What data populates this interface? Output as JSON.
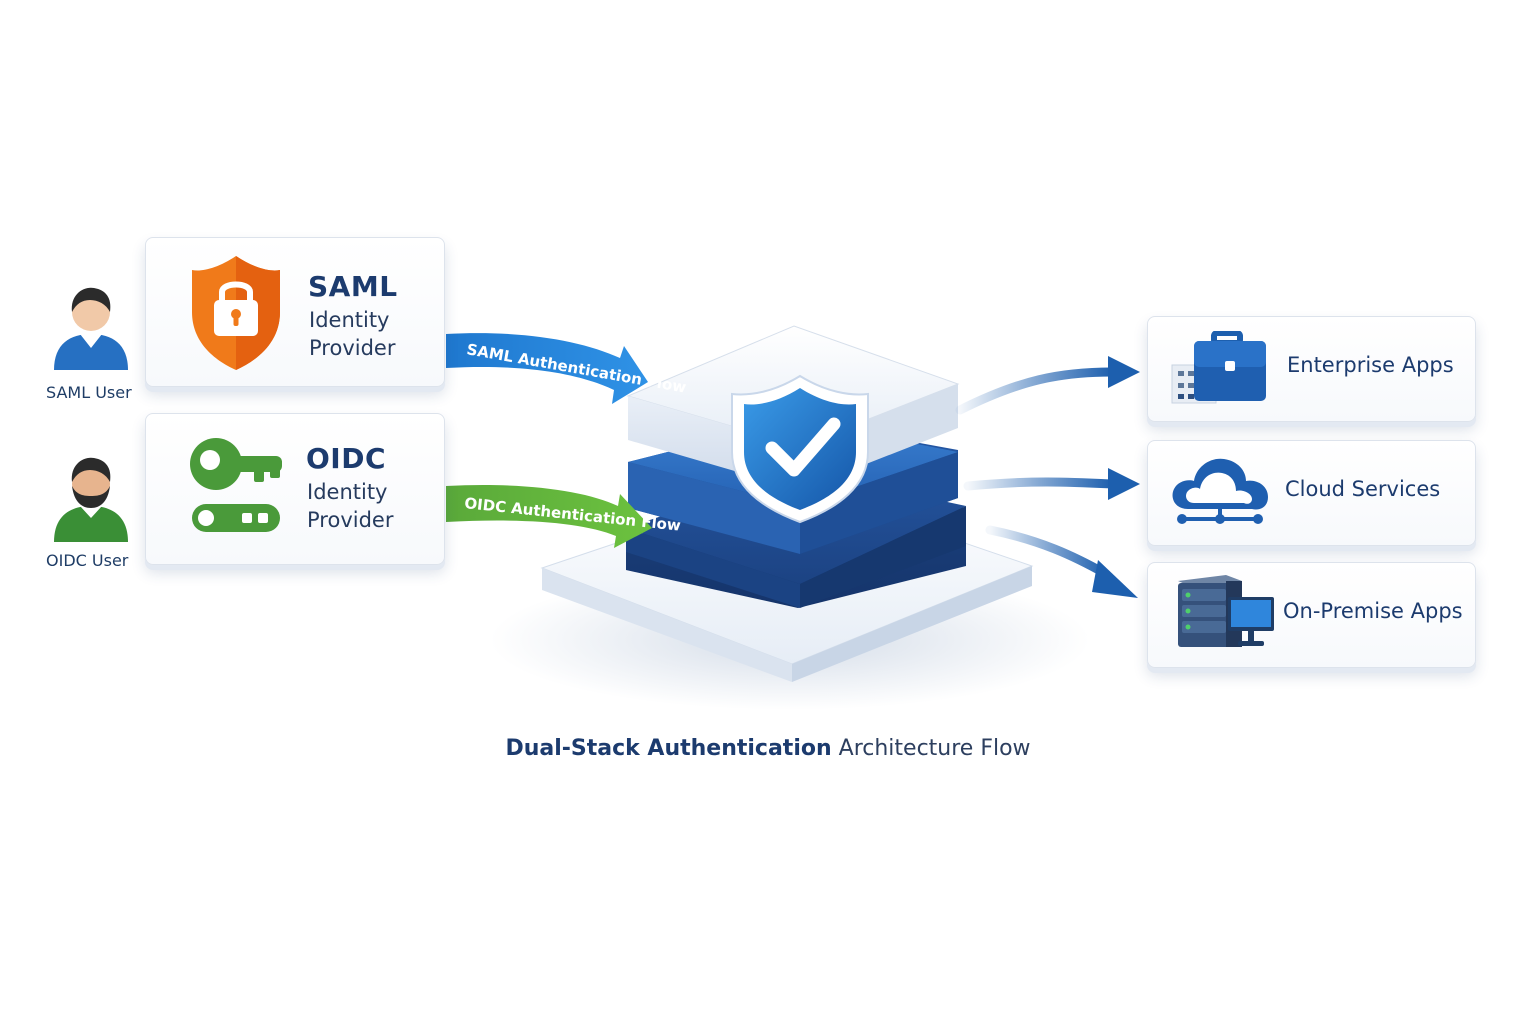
{
  "users": [
    {
      "label": "SAML User"
    },
    {
      "label": "OIDC User"
    }
  ],
  "identity_providers": [
    {
      "title": "SAML",
      "line1": "Identity",
      "line2": "Provider",
      "icon": "shield-lock-icon",
      "color": "#f07a1a"
    },
    {
      "title": "OIDC",
      "line1": "Identity",
      "line2": "Provider",
      "icon": "key-icon",
      "color": "#3f9a3a"
    }
  ],
  "flows": {
    "saml": {
      "label": "SAML Authentication Flow",
      "color": "#2a84d6"
    },
    "oidc": {
      "label": "OIDC Authentication Flow",
      "color": "#55ad3a"
    }
  },
  "hub": {
    "icon": "shield-check-icon",
    "color": "#1f5fb0"
  },
  "targets": [
    {
      "label": "Enterprise Apps",
      "icon": "briefcase-building-icon"
    },
    {
      "label": "Cloud Services",
      "icon": "cloud-network-icon"
    },
    {
      "label": "On-Premise Apps",
      "icon": "server-monitor-icon"
    }
  ],
  "caption": {
    "bold": "Dual-Stack Authentication",
    "rest": " Architecture Flow"
  }
}
